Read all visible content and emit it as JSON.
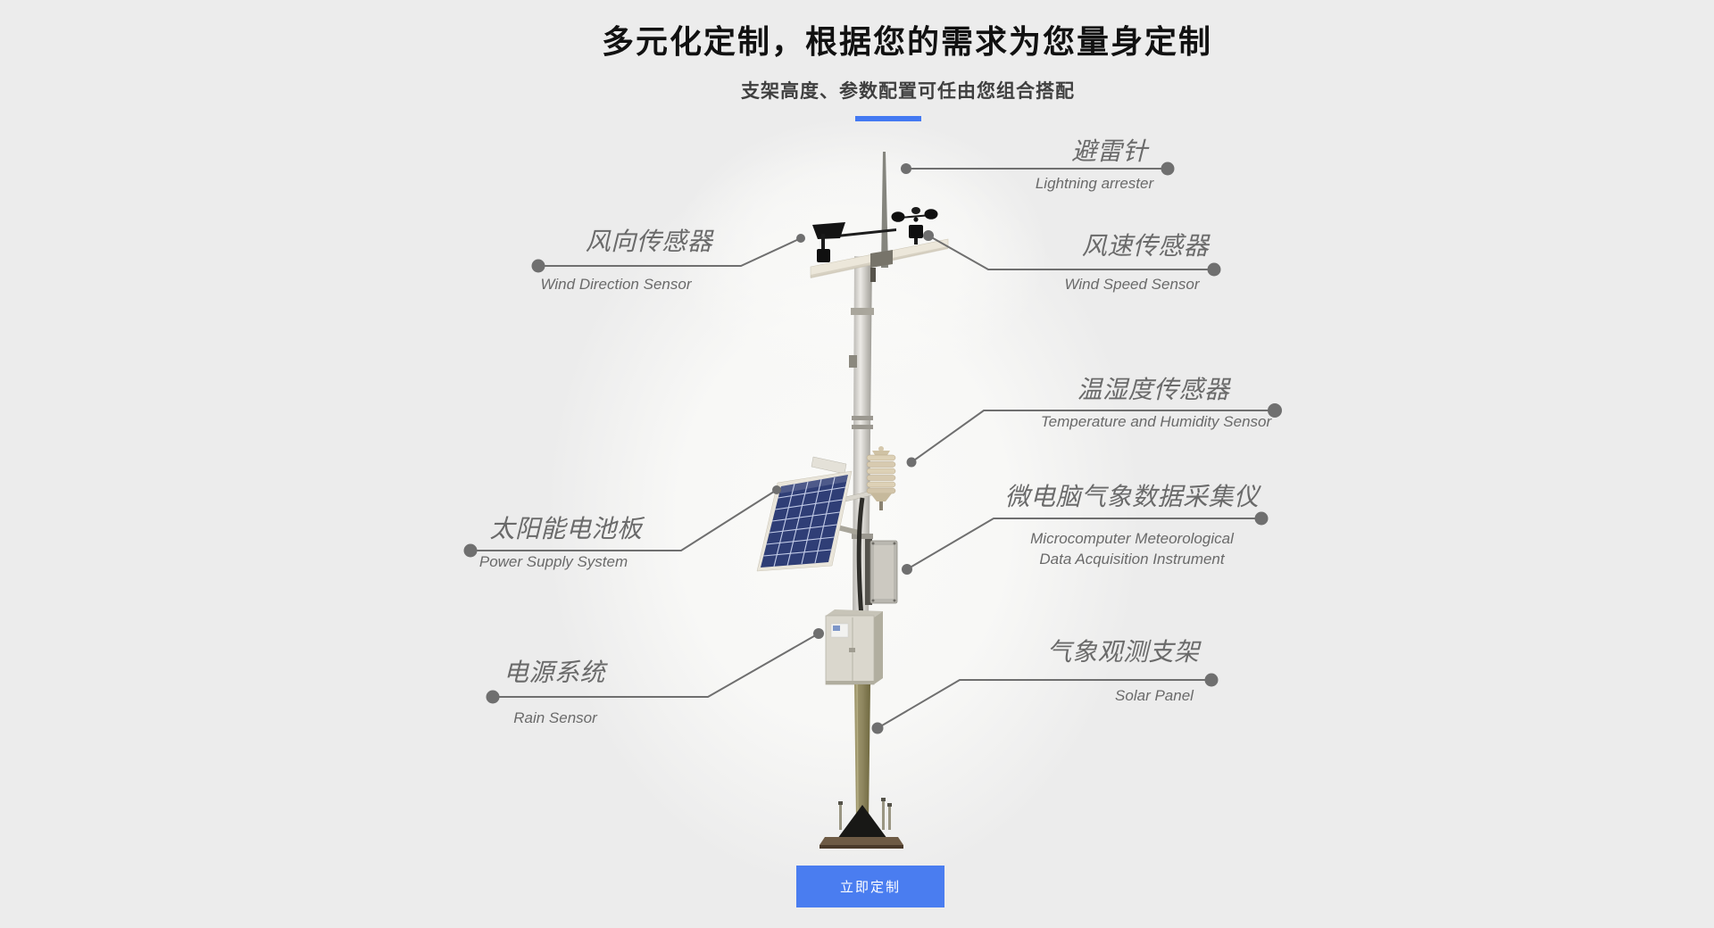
{
  "colors": {
    "background": "#ececec",
    "accent_bar": "#4379f2",
    "button": "#4a7df0",
    "label_text": "#6a6a6a",
    "leader_line": "#6f6f6f",
    "title_text": "#111111"
  },
  "header": {
    "title": "多元化定制，根据您的需求为您量身定制",
    "subtitle": "支架高度、参数配置可任由您组合搭配"
  },
  "labels": [
    {
      "zh": "避雷针",
      "en": "Lightning arrester"
    },
    {
      "zh": "风向传感器",
      "en": "Wind Direction Sensor"
    },
    {
      "zh": "风速传感器",
      "en": "Wind Speed Sensor"
    },
    {
      "zh": "温湿度传感器",
      "en": "Temperature and Humidity Sensor"
    },
    {
      "zh": "太阳能电池板",
      "en": "Power Supply System"
    },
    {
      "zh": "微电脑气象数据采集仪",
      "en_line1": "Microcomputer Meteorological",
      "en_line2": "Data Acquisition Instrument"
    },
    {
      "zh": "电源系统",
      "en": "Rain Sensor"
    },
    {
      "zh": "气象观测支架",
      "en": "Solar Panel"
    }
  ],
  "cta": {
    "label": "立即定制"
  }
}
